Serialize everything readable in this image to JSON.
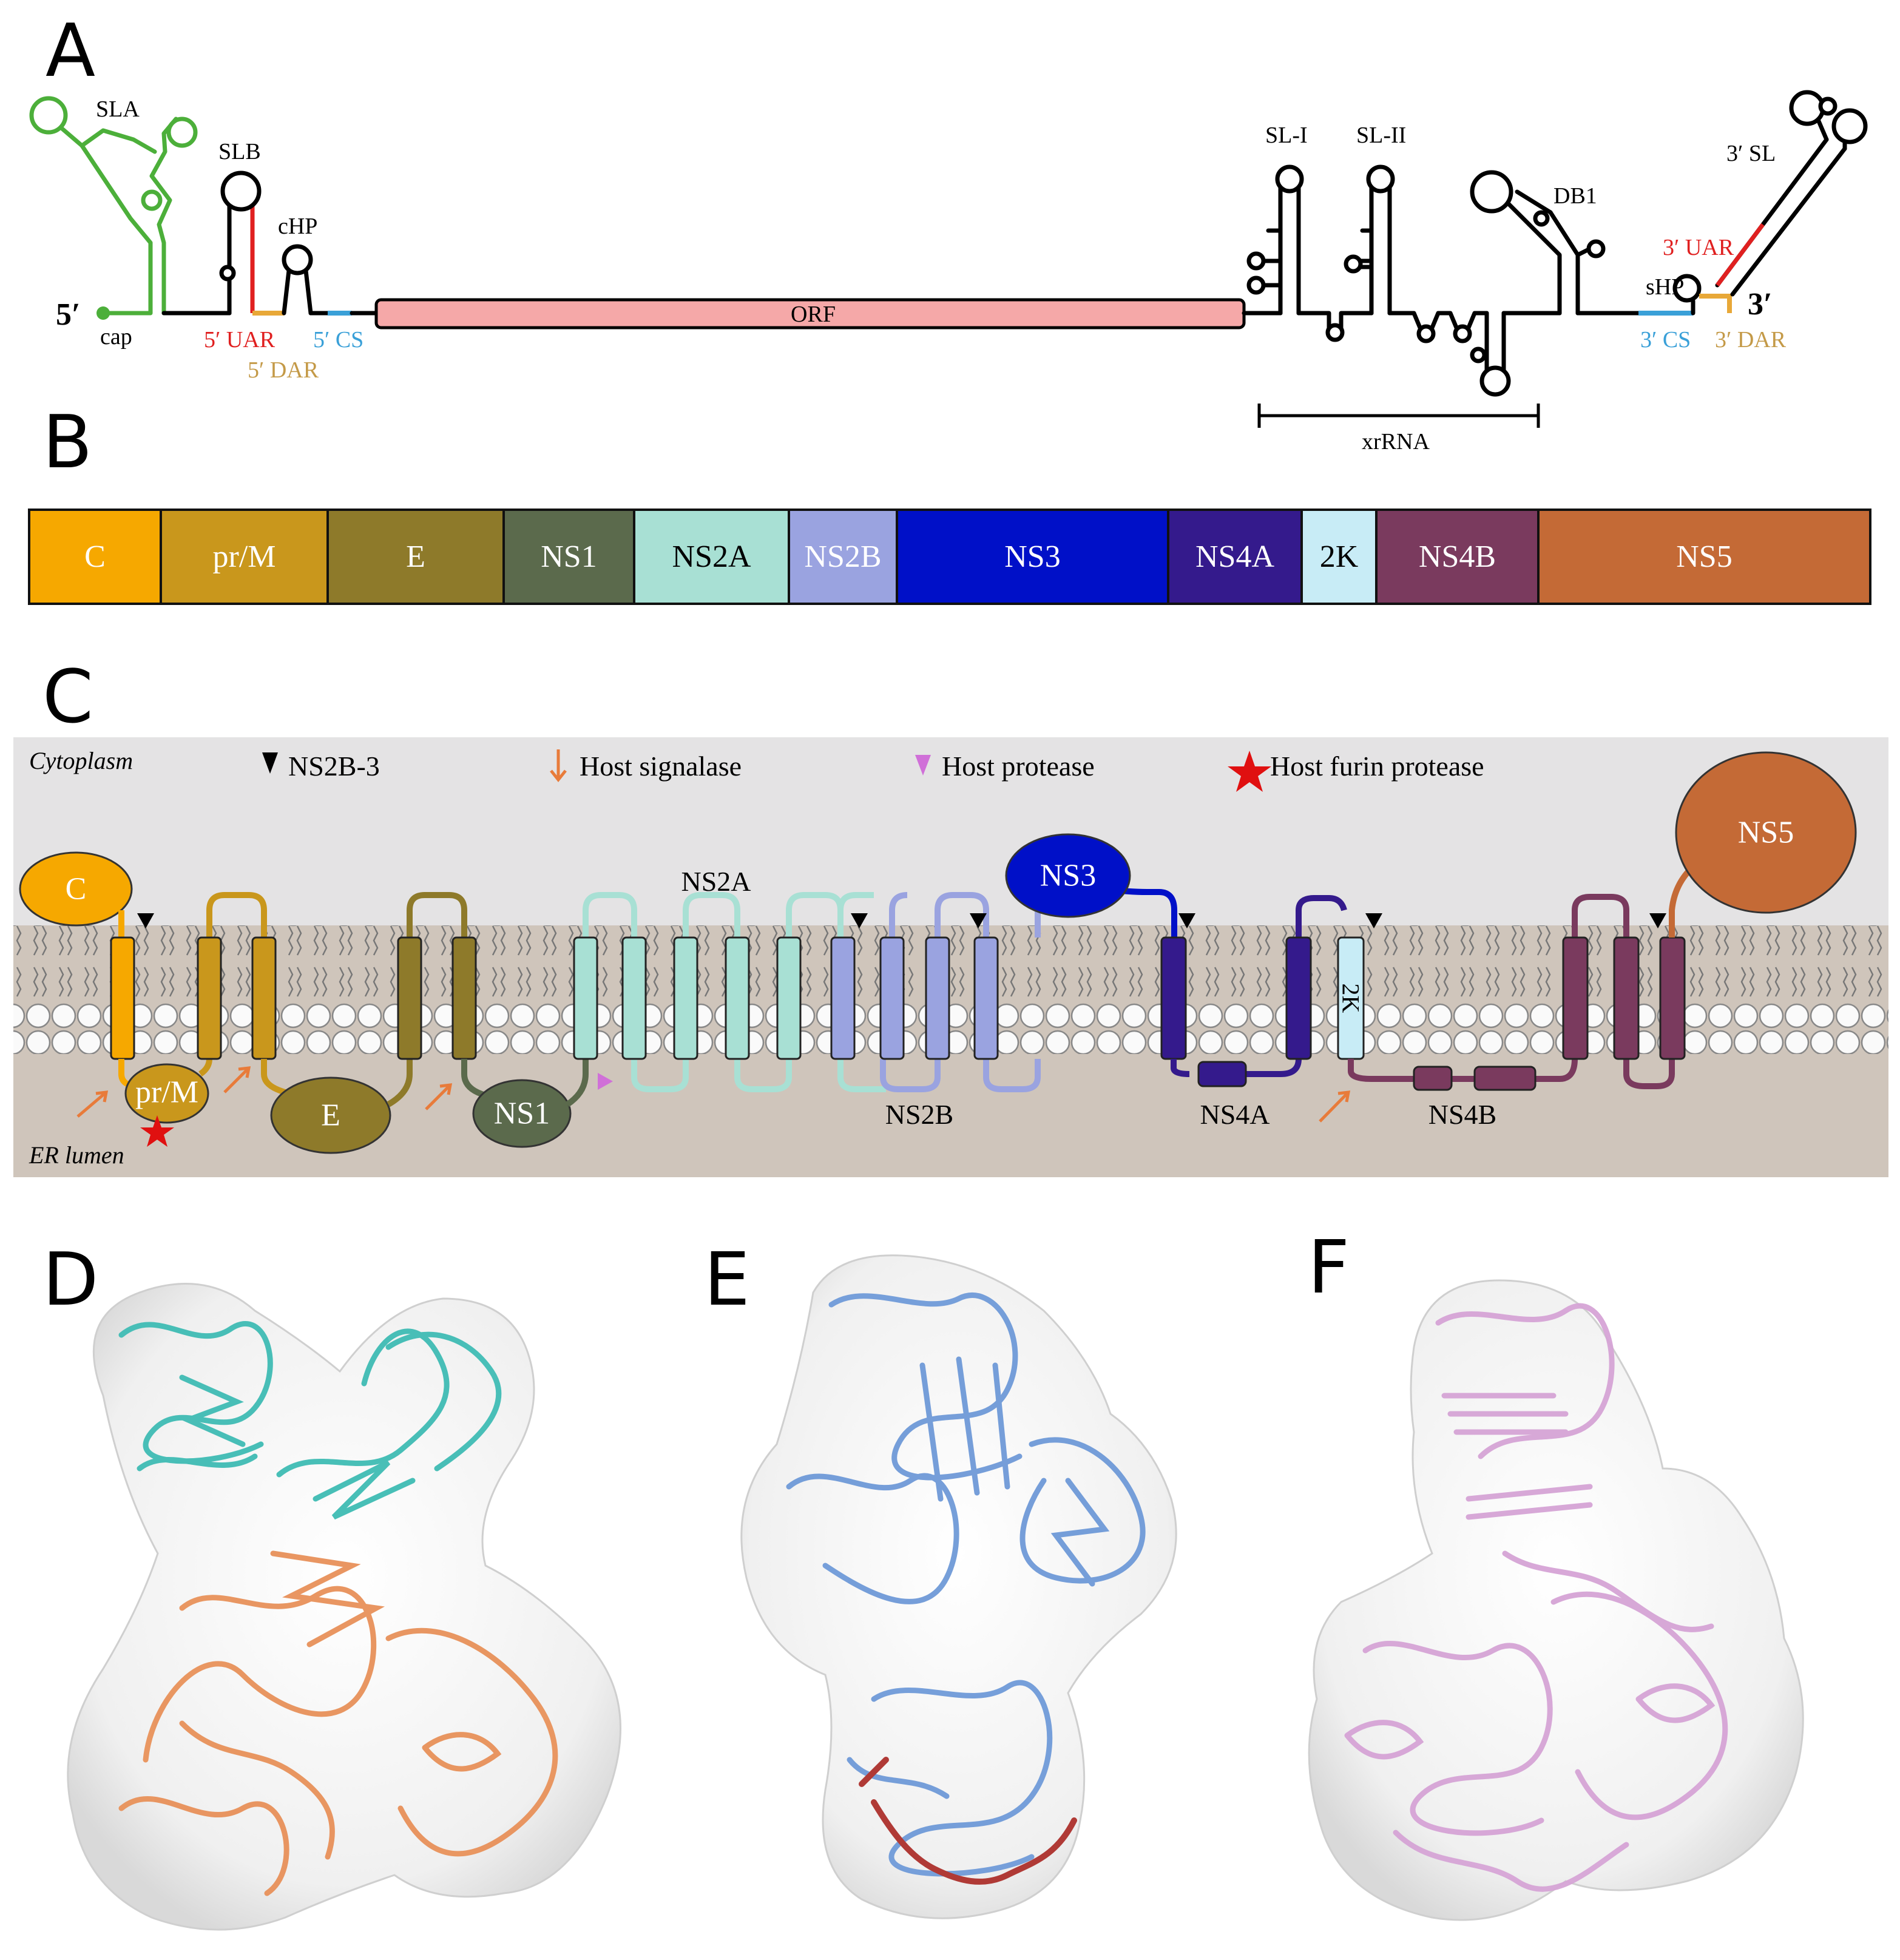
{
  "panels": {
    "a": "A",
    "b": "B",
    "c": "C",
    "d": "D",
    "e": "E",
    "f": "F"
  },
  "panel_a": {
    "five_prime": "5′",
    "three_prime": "3′",
    "cap": "cap",
    "sla": "SLA",
    "slb": "SLB",
    "chp": "cHP",
    "five_uar": "5′ UAR",
    "five_dar": "5′ DAR",
    "five_cs": "5′ CS",
    "orf": "ORF",
    "sl1": "SL-I",
    "sl2": "SL-II",
    "db1": "DB1",
    "three_sl": "3′ SL",
    "three_uar": "3′ UAR",
    "shp": "sHP",
    "three_cs": "3′ CS",
    "three_dar": "3′ DAR",
    "xrrna": "xrRNA",
    "colors": {
      "uar": "#e02020",
      "dar": "#e8a838",
      "cs": "#3aa0d8",
      "orf_fill": "#f5a8a8",
      "sla": "#4caf3a"
    }
  },
  "panel_b": {
    "segments": [
      {
        "label": "C",
        "color": "#f6a800"
      },
      {
        "label": "pr/M",
        "color": "#c9971c"
      },
      {
        "label": "E",
        "color": "#8e7a2a"
      },
      {
        "label": "NS1",
        "color": "#5b6a4c"
      },
      {
        "label": "NS2A",
        "color": "#a8e0d4",
        "text_color": "#000000"
      },
      {
        "label": "NS2B",
        "color": "#9aa3e0"
      },
      {
        "label": "NS3",
        "color": "#0010c8"
      },
      {
        "label": "NS4A",
        "color": "#341a8c"
      },
      {
        "label": "2K",
        "color": "#c8ecf6",
        "text_color": "#000000"
      },
      {
        "label": "NS4B",
        "color": "#7a3a5e"
      },
      {
        "label": "NS5",
        "color": "#c46a36"
      }
    ]
  },
  "panel_c": {
    "cytoplasm": "Cytoplasm",
    "er_lumen": "ER lumen",
    "legend": {
      "ns2b3": "NS2B-3",
      "signalase": "Host signalase",
      "protease": "Host protease",
      "furin": "Host furin protease"
    },
    "proteins": {
      "c": "C",
      "prm": "pr/M",
      "e": "E",
      "ns1": "NS1",
      "ns2a": "NS2A",
      "ns2b": "NS2B",
      "ns3": "NS3",
      "ns4a": "NS4A",
      "twok": "2K",
      "ns4b": "NS4B",
      "ns5": "NS5"
    },
    "colors": {
      "cytoplasm_bg": "#e4e3e4",
      "lumen_bg": "#cfc5bb",
      "arrow": "#e87b3a",
      "host_protease": "#d070d8",
      "furin_star": "#e01010"
    }
  },
  "structures": {
    "d_colors": [
      "#3fbcb4",
      "#e8915a"
    ],
    "e_colors": [
      "#6f9ad8",
      "#b03a36"
    ],
    "f_colors": [
      "#d6a4d6"
    ]
  }
}
